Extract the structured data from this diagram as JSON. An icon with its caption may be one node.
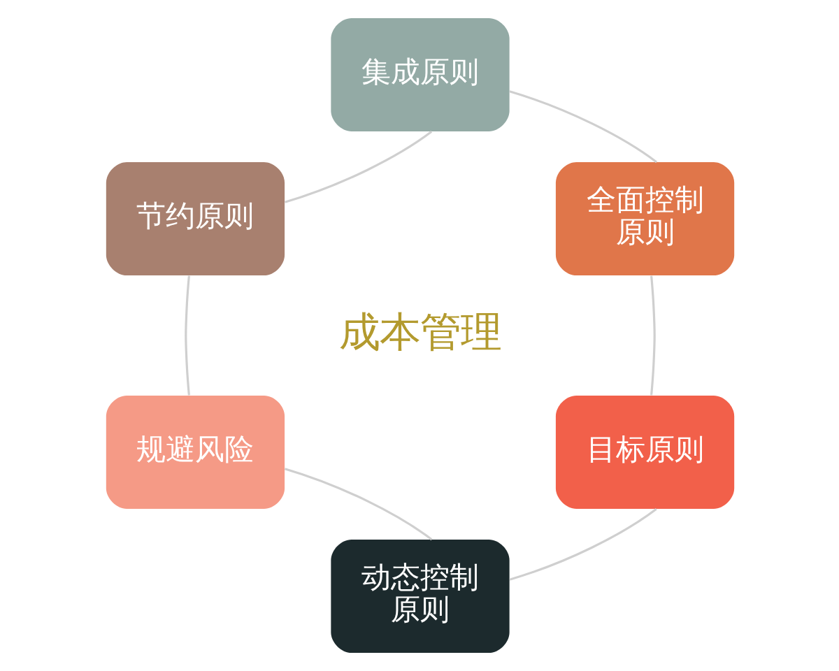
{
  "diagram": {
    "nodes": [
      {
        "text": [
          "集成原则"
        ]
      },
      {
        "text": [
          "节约原则"
        ]
      },
      {
        "text": [
          "全面控制原则"
        ]
      },
      {
        "text": [
          "规避风险"
        ]
      },
      {
        "text": [
          "目标原则"
        ]
      },
      {
        "text": [
          "动态控制原则"
        ]
      }
    ],
    "edges": [
      {
        "from": 0,
        "to": 2,
        "arrow": "none"
      },
      {
        "from": 2,
        "to": 4,
        "arrow": "none"
      },
      {
        "from": 4,
        "to": 5,
        "arrow": "none"
      },
      {
        "from": 5,
        "to": 3,
        "arrow": "none"
      },
      {
        "from": 3,
        "to": 1,
        "arrow": "none"
      },
      {
        "from": 1,
        "to": 0,
        "arrow": "none"
      }
    ],
    "labels": [
      "成本管理"
    ]
  }
}
